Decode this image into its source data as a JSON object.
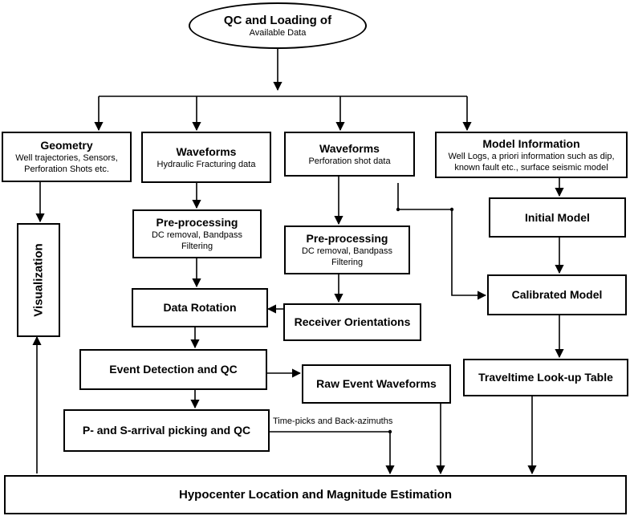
{
  "nodes": {
    "qc_loading": {
      "title": "QC and Loading of",
      "subtitle": "Available Data"
    },
    "geometry": {
      "title": "Geometry",
      "lines": [
        "Well trajectories, Sensors,",
        "Perforation Shots etc."
      ]
    },
    "waveforms_hf": {
      "title": "Waveforms",
      "subtitle": "Hydraulic Fracturing data"
    },
    "waveforms_perf": {
      "title": "Waveforms",
      "subtitle": "Perforation shot data"
    },
    "model_info": {
      "title": "Model Information",
      "lines": [
        "Well Logs, a priori information such as dip,",
        "known fault etc., surface seismic model"
      ]
    },
    "visualization": {
      "title": "Visualization"
    },
    "preproc_1": {
      "title": "Pre-processing",
      "lines": [
        "DC removal, Bandpass",
        "Filtering"
      ]
    },
    "preproc_2": {
      "title": "Pre-processing",
      "lines": [
        "DC removal, Bandpass",
        "Filtering"
      ]
    },
    "initial_model": {
      "title": "Initial Model"
    },
    "data_rotation": {
      "title": "Data Rotation"
    },
    "receiver_orient": {
      "title": "Receiver Orientations"
    },
    "calibrated_model": {
      "title": "Calibrated Model"
    },
    "event_detection": {
      "title": "Event Detection and QC"
    },
    "raw_event": {
      "title": "Raw Event Waveforms"
    },
    "traveltime": {
      "title": "Traveltime Look-up Table"
    },
    "picking": {
      "title": "P- and S-arrival picking and QC"
    },
    "hypocenter": {
      "title": "Hypocenter Location and Magnitude Estimation"
    }
  },
  "edge_labels": {
    "time_picks": "Time-picks and Back-azimuths"
  },
  "colors": {
    "stroke": "#000000",
    "fill": "#ffffff"
  }
}
